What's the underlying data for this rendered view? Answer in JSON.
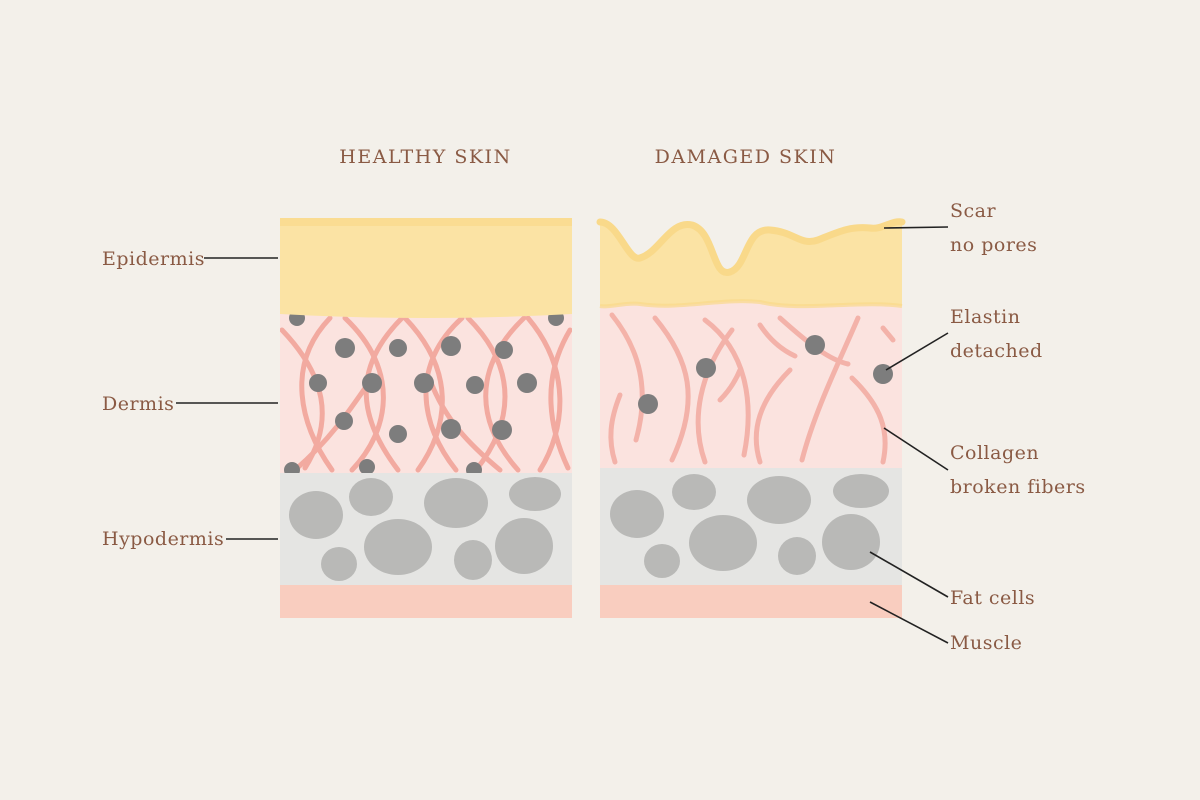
{
  "titles": {
    "healthy": "HEALTHY SKIN",
    "damaged": "DAMAGED SKIN"
  },
  "left_labels": {
    "epidermis": "Epidermis",
    "dermis": "Dermis",
    "hypodermis": "Hypodermis"
  },
  "right_labels": {
    "scar": {
      "line1": "Scar",
      "line2": "no pores"
    },
    "elastin": {
      "line1": "Elastin",
      "line2": "detached"
    },
    "collagen": {
      "line1": "Collagen",
      "line2": "broken fibers"
    },
    "fat": "Fat cells",
    "muscle": "Muscle"
  },
  "colors": {
    "background": "#f3f0ea",
    "epidermis": "#fbe3a4",
    "scar": "#f9d98a",
    "dermis": "#fbe3df",
    "fiber": "#f2aaa0",
    "elastin": "#7d7d7d",
    "hypodermis": "#e5e5e3",
    "fat": "#b9b9b7",
    "muscle": "#f9cdbf",
    "text": "#8a5a44",
    "leader": "#222222"
  }
}
